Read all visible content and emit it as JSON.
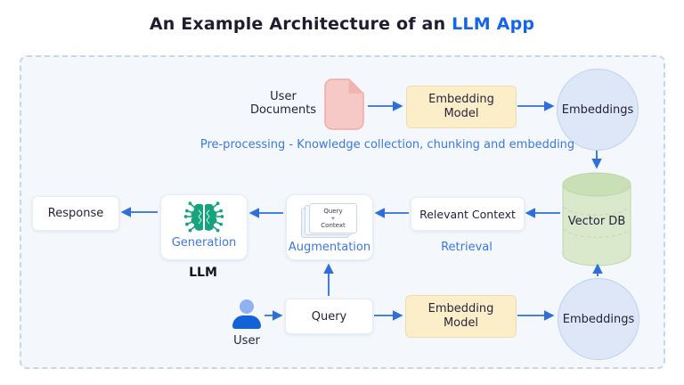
{
  "title": {
    "prefix": "An Example Architecture of an",
    "highlight": "LLM App"
  },
  "pipeline_top": {
    "user_documents": "User Documents",
    "embedding_model": "Embedding Model",
    "embeddings": "Embeddings",
    "caption": "Pre-processing - Knowledge collection, chunking and embedding"
  },
  "pipeline_middle": {
    "response": "Response",
    "generation": "Generation",
    "llm": "LLM",
    "augmentation": "Augmentation",
    "card": {
      "line1": "Query",
      "line2": "+",
      "line3": "Context"
    },
    "relevant_context": "Relevant Context",
    "retrieval": "Retrieval",
    "vector_db": "Vector DB"
  },
  "pipeline_bottom": {
    "user": "User",
    "query": "Query",
    "embedding_model": "Embedding Model",
    "embeddings": "Embeddings"
  },
  "icons": {
    "document": "document-icon",
    "brain_circuit": "brain-circuit-icon",
    "stacked_documents": "stacked-documents-icon",
    "database_cylinder": "database-cylinder-icon",
    "person": "user-person-icon"
  },
  "colors": {
    "title_text": "#1d1d2f",
    "title_highlight": "#1565e8",
    "arrow_blue": "#2f6fda",
    "label_blue": "#3b78dc",
    "box_yellow_fill": "#fdeeca",
    "box_yellow_border": "#eedcab",
    "circle_fill": "#dde7f8",
    "circle_border": "#bdd0f0",
    "cylinder_fill": "#dae8cc",
    "cylinder_top_fill": "#c9dfb5",
    "document_pink_fill": "#f7c9c6",
    "document_pink_border": "#ecacaa",
    "brain_green": "#17a37e",
    "user_head_blue": "#8fb3f2",
    "user_body_blue": "#1262d8",
    "canvas_bg": "#f4f8fd",
    "canvas_border": "#c7d6e8",
    "node_bg": "#ffffff",
    "node_border": "#e7edf5",
    "text_dark": "#23233a"
  }
}
